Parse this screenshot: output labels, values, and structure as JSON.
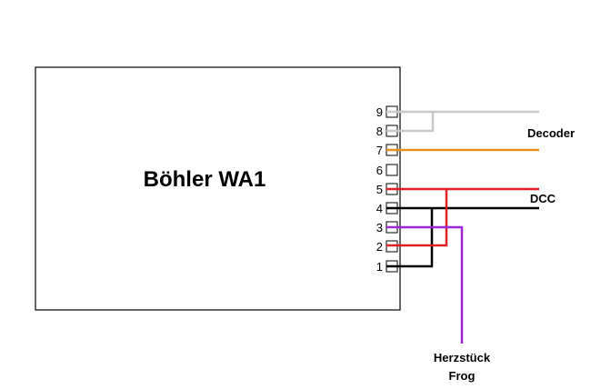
{
  "device": {
    "title": "Böhler WA1"
  },
  "pins": [
    "1",
    "2",
    "3",
    "4",
    "5",
    "6",
    "7",
    "8",
    "9"
  ],
  "labels": {
    "decoder": "Decoder",
    "dcc": "DCC",
    "frog_de": "Herzstück",
    "frog_en": "Frog"
  },
  "wires": {
    "decoder_gray": {
      "pins": [
        "8",
        "9"
      ],
      "color": "#c8c8c8"
    },
    "decoder_orange": {
      "pins": [
        "7"
      ],
      "color": "#e8901a"
    },
    "dcc_red": {
      "pins": [
        "2",
        "5"
      ],
      "color": "#e02020"
    },
    "dcc_black": {
      "pins": [
        "1",
        "4"
      ],
      "color": "#000000"
    },
    "frog_purple": {
      "pins": [
        "3"
      ],
      "color": "#9a28d8"
    }
  }
}
